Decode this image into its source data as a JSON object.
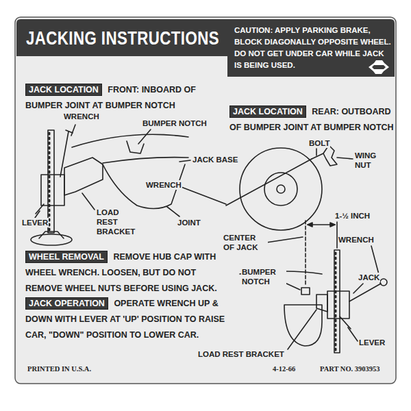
{
  "diagram": {
    "title": "JACKING INSTRUCTIONS",
    "nodes": [
      {
        "text": [
          "JACK LOCATION",
          "FRONT: INBOARD OF BUMPER JOINT AT BUMPER NOTCH"
        ]
      },
      {
        "text": [
          "JACK LOCATION",
          "REAR: OUTBOARD OF BUMPER JOINT AT BUMPER NOTCH"
        ]
      },
      {
        "text": [
          "WHEEL REMOVAL",
          "REMOVE HUB CAP WITH WHEEL WRENCH. LOOSEN, BUT DO NOT REMOVE WHEEL NUTS BEFORE USING JACK."
        ]
      },
      {
        "text": [
          "JACK OPERATION",
          "OPERATE WRENCH UP & DOWN WITH LEVER AT 'UP' POSITION TO RAISE CAR, \"DOWN\" POSITION TO LOWER CAR."
        ]
      }
    ],
    "labels": [
      "CAUTION: APPLY PARKING BRAKE, BLOCK DIAGONALLY OPPOSITE WHEEL. DO NOT GET UNDER CAR WHILE JACK IS BEING USED.",
      "WRENCH",
      "BUMPER NOTCH",
      "JACK BASE",
      "BOLT",
      "WING NUT",
      "WRENCH",
      "LEVER",
      "LOAD REST BRACKET",
      "JOINT",
      "1-½ INCH",
      "CENTER OF JACK",
      "WRENCH",
      "BUMPER NOTCH",
      "JACK",
      "LEVER",
      "LOAD REST BRACKET",
      "PRINTED IN U.S.A.",
      "4-12-66",
      "PART NO. 3903953"
    ]
  }
}
